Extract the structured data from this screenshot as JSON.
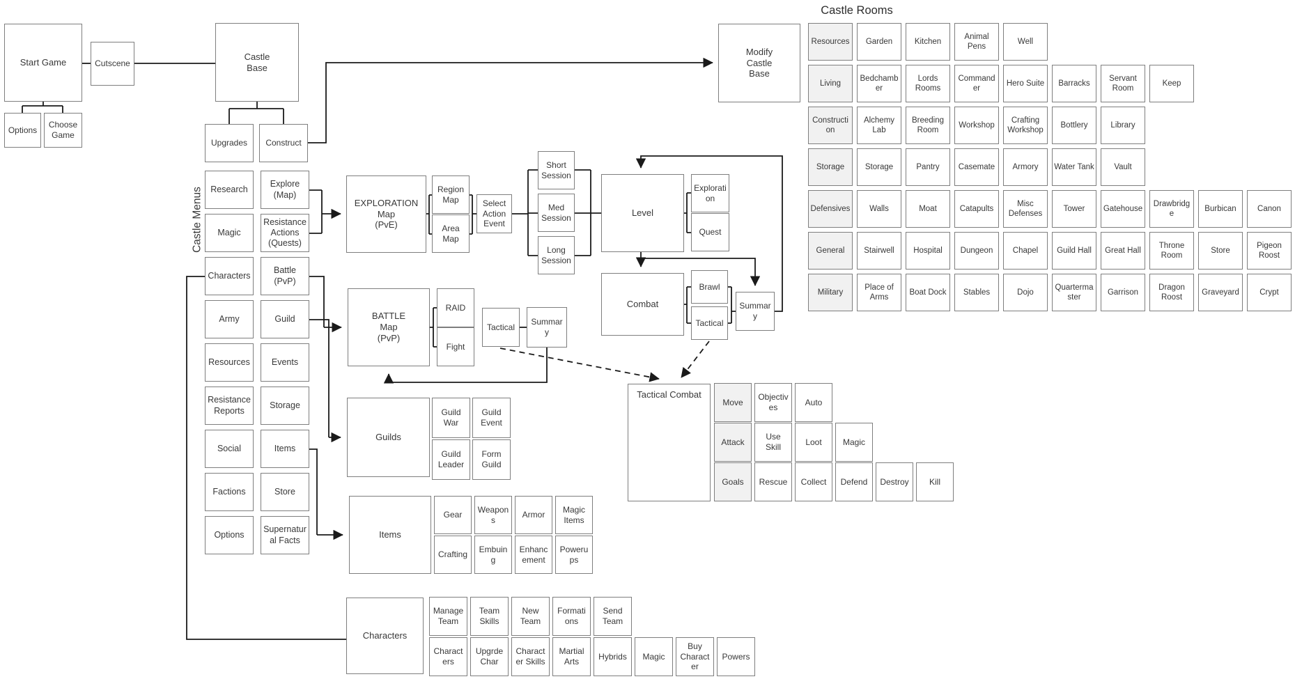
{
  "colors": {
    "line": "#1a1a1a",
    "box_border": "#7e7e7e",
    "header_fill": "#f1f1f1"
  },
  "start_flow": {
    "start_game": "Start Game",
    "cutscene": "Cutscene",
    "castle_base": "Castle\nBase",
    "options": "Options",
    "choose_game": "Choose Game",
    "upgrades": "Upgrades",
    "construct": "Construct"
  },
  "castle_menus": {
    "label": "Castle Menus",
    "col1": [
      "Research",
      "Magic",
      "Characters",
      "Army",
      "Resources",
      "Resistance Reports",
      "Social",
      "Factions",
      "Options"
    ],
    "col2": [
      "Explore (Map)",
      "Resistance Actions (Quests)",
      "Battle (PvP)",
      "Guild",
      "Events",
      "Storage",
      "Items",
      "Store",
      "Supernatural Facts"
    ]
  },
  "exploration": {
    "main": "EXPLORATION\nMap\n(PvE)",
    "map_subs": [
      "Region Map",
      "Area Map"
    ],
    "select_action": "Select Action Event",
    "sessions": [
      "Short Session",
      "Med Session",
      "Long Session"
    ],
    "level": "Level",
    "level_subs": [
      "Exploration",
      "Quest"
    ],
    "combat": "Combat",
    "combat_subs": [
      "Brawl",
      "Tactical"
    ],
    "summary": "Summary"
  },
  "battle": {
    "main": "BATTLE\nMap\n(PvP)",
    "subs": [
      "RAID",
      "Fight"
    ],
    "tactical": "Tactical",
    "summary": "Summary"
  },
  "guilds": {
    "main": "Guilds",
    "subs": [
      "Guild War",
      "Guild Event",
      "Guild Leader",
      "Form Guild"
    ]
  },
  "items": {
    "main": "Items",
    "subs": [
      "Gear",
      "Weapons",
      "Armor",
      "Magic Items",
      "Crafting",
      "Embuing",
      "Enhancement",
      "Powerups"
    ]
  },
  "characters": {
    "main": "Characters",
    "row1": [
      "Manage Team",
      "Team Skills",
      "New Team",
      "Formations",
      "Send Team"
    ],
    "row2": [
      "Characters",
      "Upgrde Char",
      "Character Skills",
      "Martial Arts",
      "Hybrids",
      "Magic",
      "Buy Character",
      "Powers"
    ]
  },
  "tactical_combat": {
    "title": "Tactical Combat",
    "rows": [
      {
        "header": "Move",
        "cells": [
          "Objectives",
          "Auto"
        ]
      },
      {
        "header": "Attack",
        "cells": [
          "Use Skill",
          "Loot",
          "Magic"
        ]
      },
      {
        "header": "Goals",
        "cells": [
          "Rescue",
          "Collect",
          "Defend",
          "Destroy",
          "Kill"
        ]
      }
    ]
  },
  "modify_castle": "Modify\nCastle\nBase",
  "castle_rooms": {
    "title": "Castle Rooms",
    "rows": [
      {
        "header": "Resources",
        "cells": [
          "Garden",
          "Kitchen",
          "Animal Pens",
          "Well"
        ]
      },
      {
        "header": "Living",
        "cells": [
          "Bedchamber",
          "Lords Rooms",
          "Commander",
          "Hero Suite",
          "Barracks",
          "Servant Room",
          "Keep"
        ]
      },
      {
        "header": "Construction",
        "cells": [
          "Alchemy Lab",
          "Breeding Room",
          "Workshop",
          "Crafting Workshop",
          "Bottlery",
          "Library"
        ]
      },
      {
        "header": "Storage",
        "cells": [
          "Storage",
          "Pantry",
          "Casemate",
          "Armory",
          "Water Tank",
          "Vault"
        ]
      },
      {
        "header": "Defensives",
        "cells": [
          "Walls",
          "Moat",
          "Catapults",
          "Misc Defenses",
          "Tower",
          "Gatehouse",
          "Drawbridge",
          "Burbican",
          "Canon"
        ]
      },
      {
        "header": "General",
        "cells": [
          "Stairwell",
          "Hospital",
          "Dungeon",
          "Chapel",
          "Guild Hall",
          "Great Hall",
          "Throne Room",
          "Store",
          "Pigeon Roost"
        ]
      },
      {
        "header": "Military",
        "cells": [
          "Place of Arms",
          "Boat Dock",
          "Stables",
          "Dojo",
          "Quartermaster",
          "Garrison",
          "Dragon Roost",
          "Graveyard",
          "Crypt"
        ]
      }
    ]
  }
}
